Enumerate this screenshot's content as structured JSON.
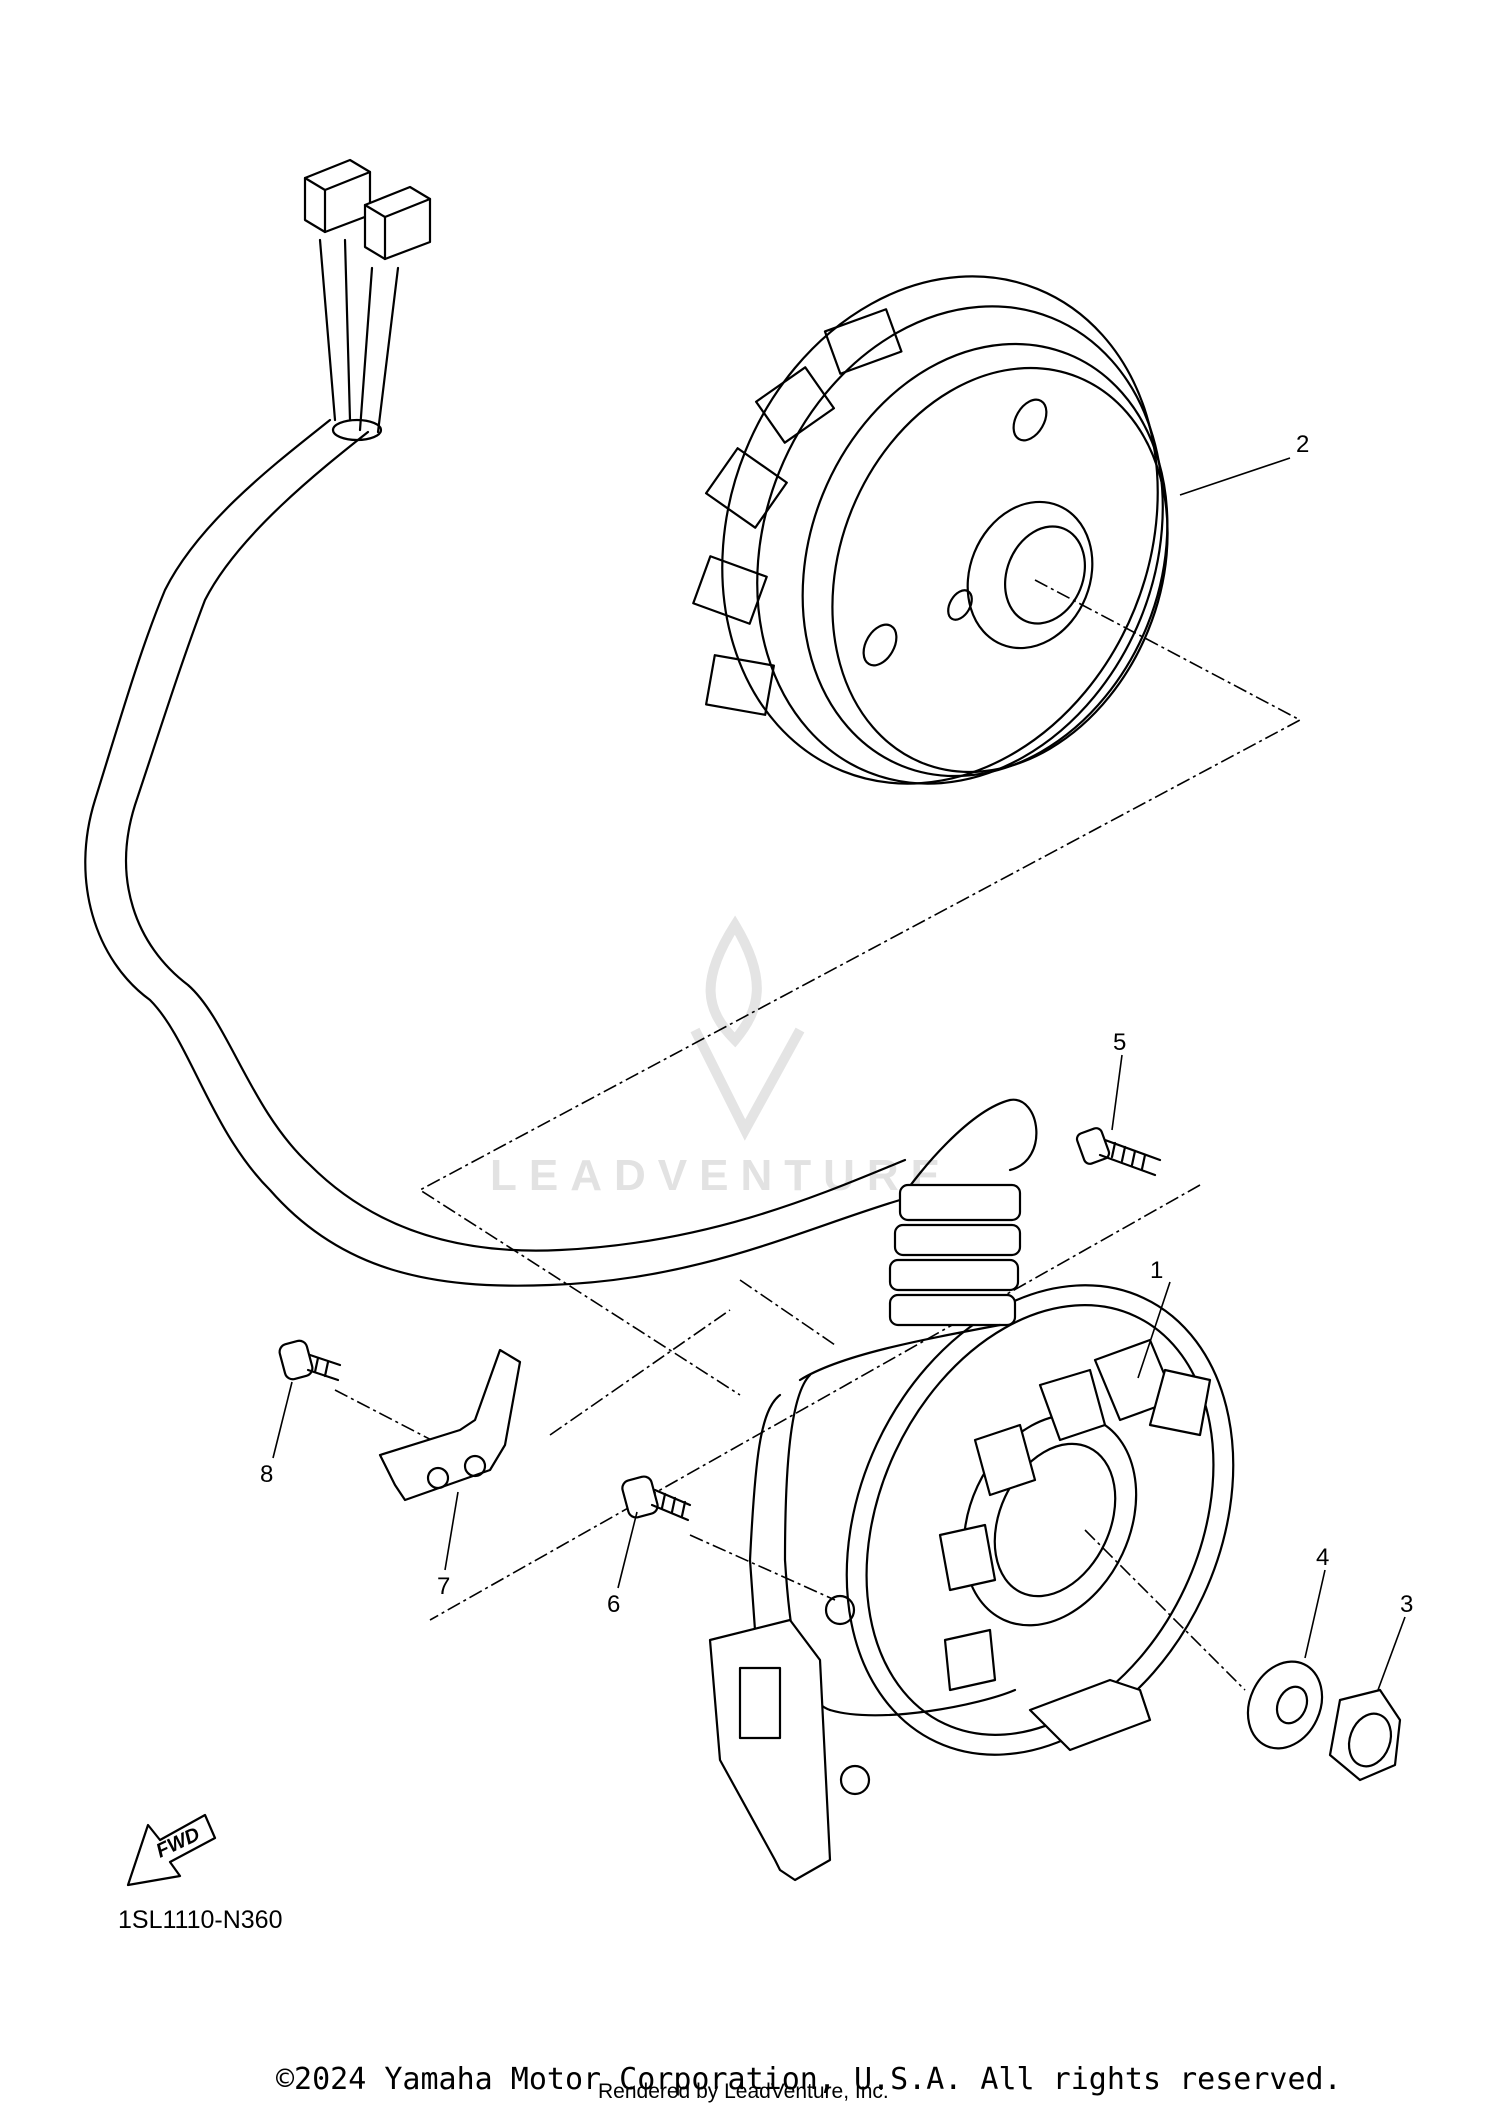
{
  "diagram": {
    "callouts": [
      "1",
      "2",
      "3",
      "4",
      "5",
      "6",
      "7",
      "8"
    ],
    "fwd_label": "FWD",
    "fwd_icon": "fwd-arrow-icon",
    "drawing_code": "1SL1110-N360",
    "watermark": "LEADVENTURE",
    "copyright": "©2024 Yamaha Motor Corporation, U.S.A. All rights reserved.",
    "rendered_by": "Rendered by LeadVenture, Inc."
  }
}
